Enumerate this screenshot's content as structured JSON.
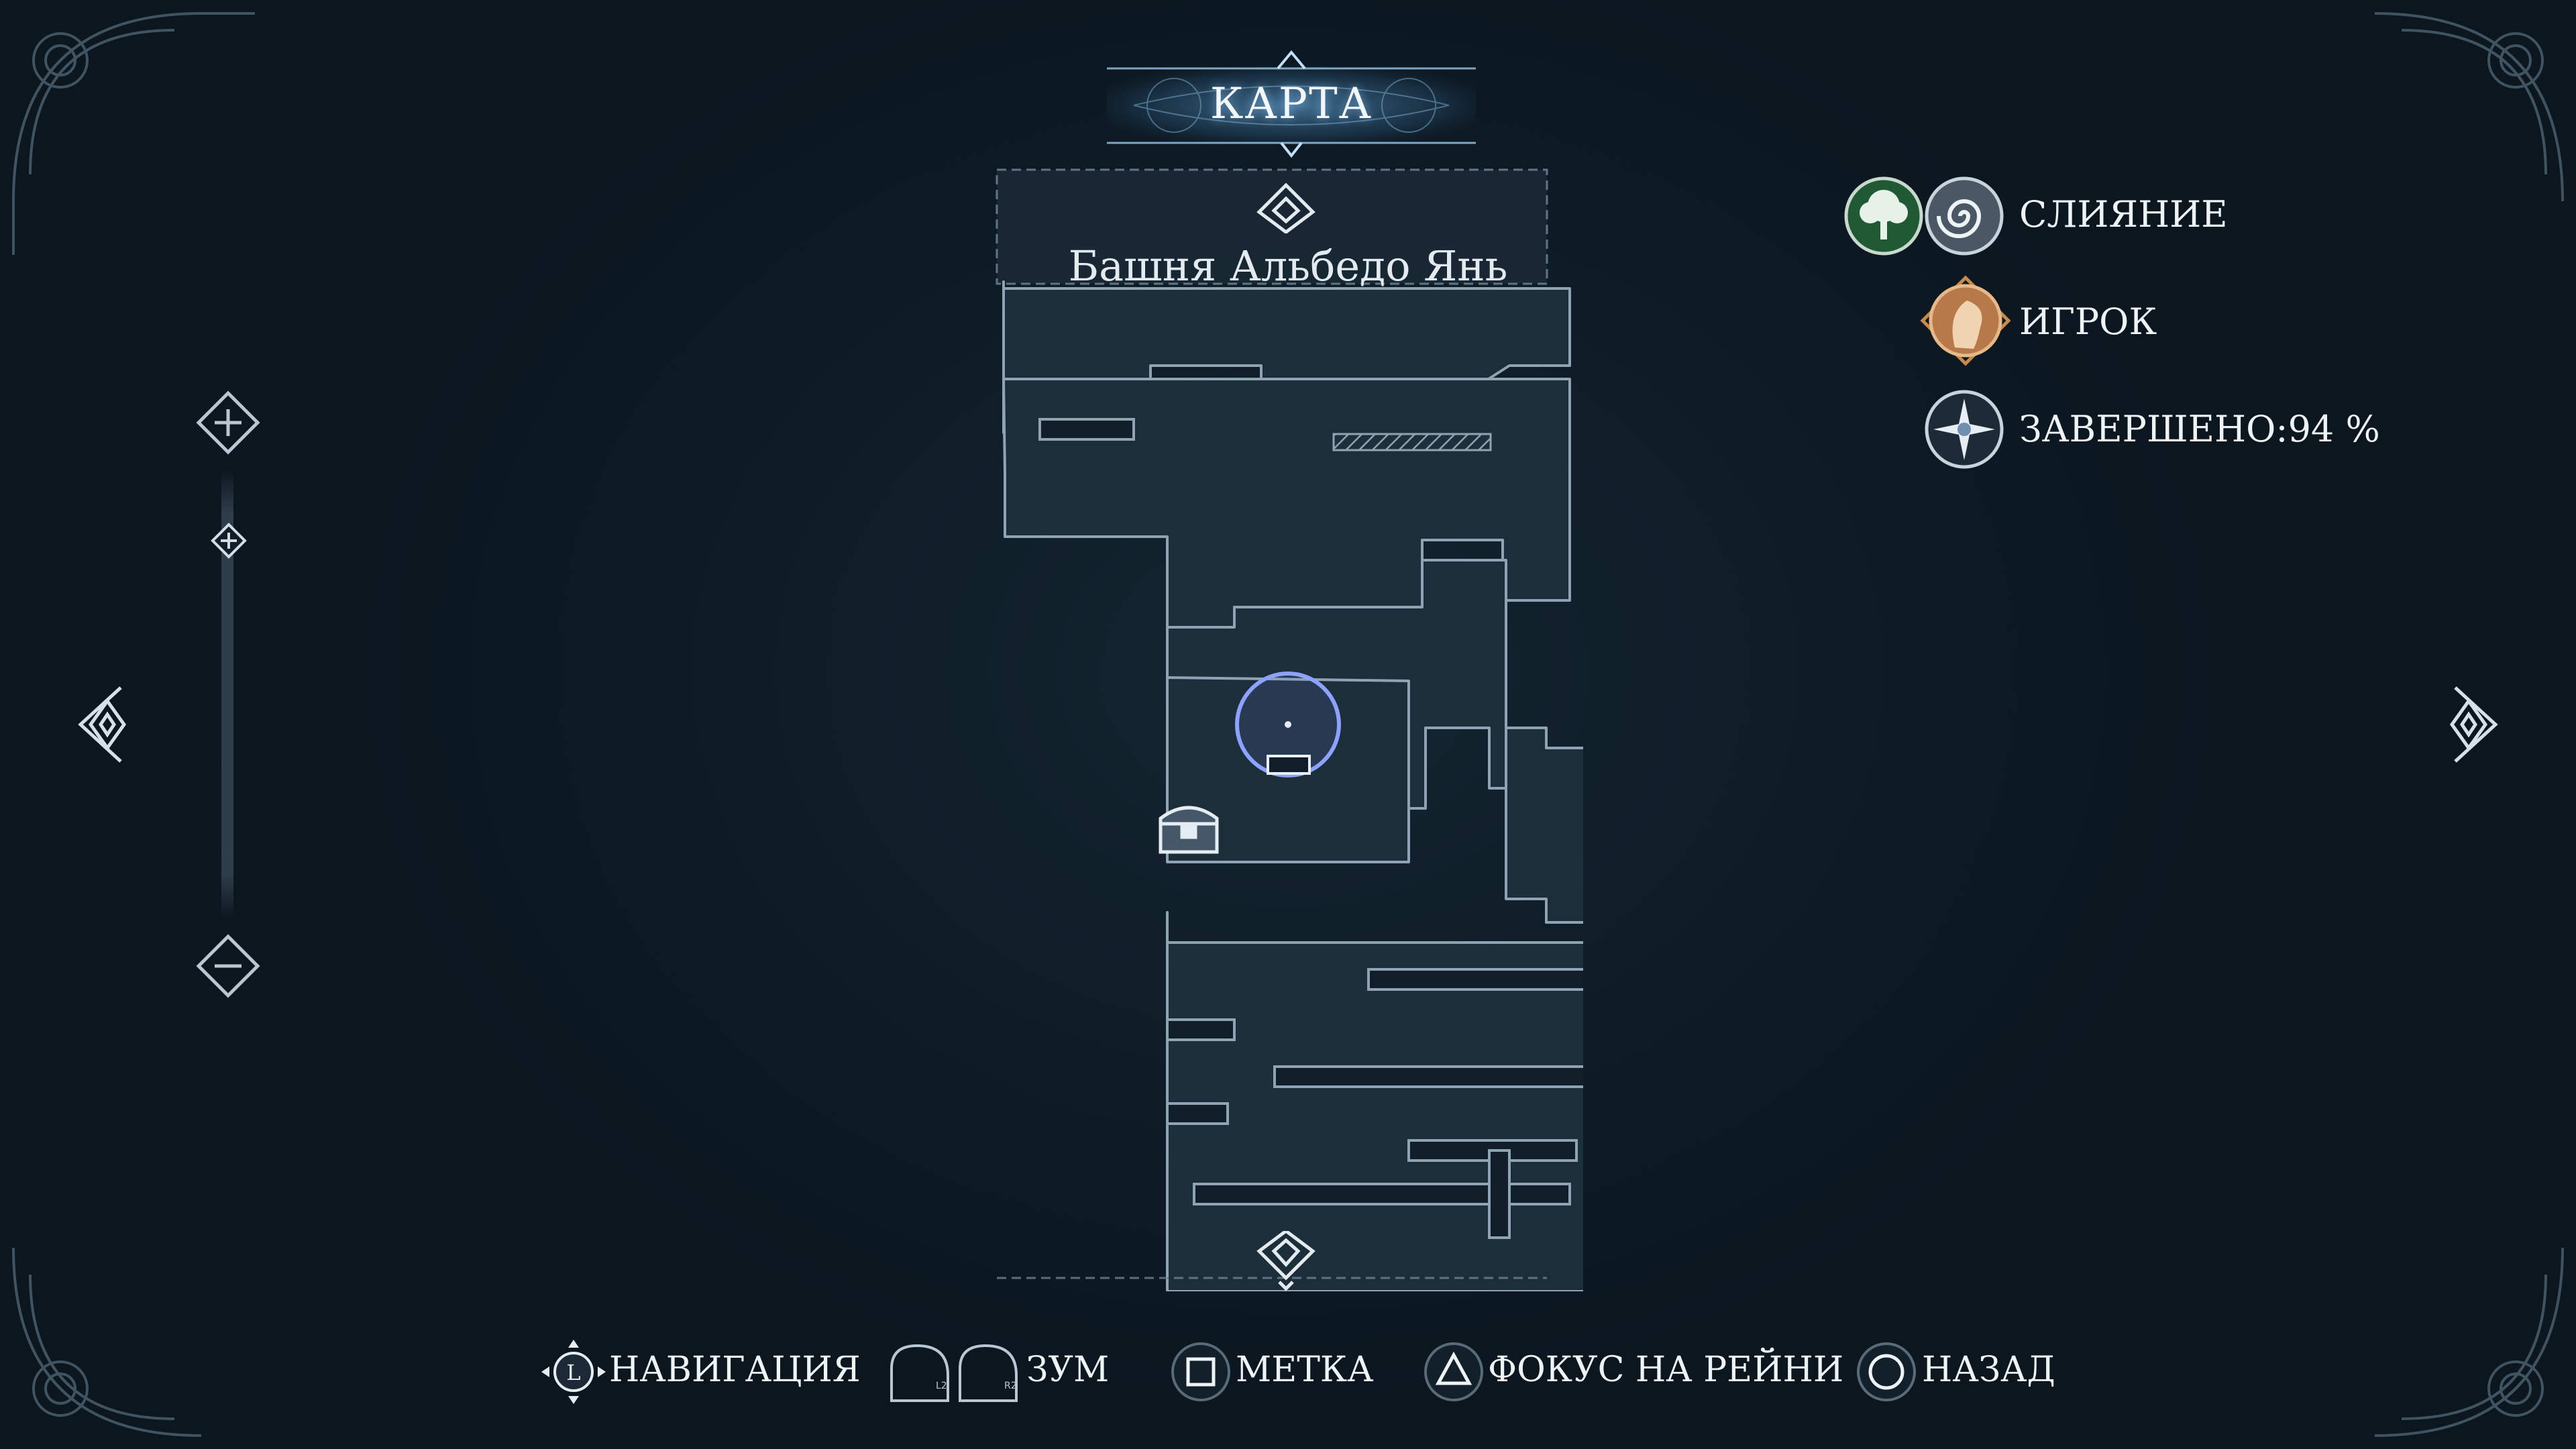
{
  "title": "КАРТА",
  "region": {
    "name": "Башня Альбедо Янь"
  },
  "legend": {
    "merge_label": "СЛИЯНИЕ",
    "player_label": "ИГРОК",
    "completion_label": "ЗАВЕРШЕНО:94 %",
    "icons": [
      "tree-icon",
      "spiral-icon",
      "player-portrait-icon",
      "compass-star-icon"
    ]
  },
  "zoom": {
    "in_icon": "zoom-in-icon",
    "out_icon": "zoom-out-icon",
    "thumb_icon": "zoom-thumb-icon"
  },
  "controls": [
    {
      "glyph": "L",
      "label": "НАВИГАЦИЯ"
    },
    {
      "glyph": "L2",
      "glyph2": "R2",
      "label": "ЗУМ"
    },
    {
      "glyph": "square",
      "label": "МЕТКА"
    },
    {
      "glyph": "triangle",
      "label": "ФОКУС НА РЕЙНИ"
    },
    {
      "glyph": "circle",
      "label": "НАЗАД"
    }
  ],
  "colors": {
    "background": "#0f1e29",
    "map_fill": "#1d2f3b",
    "map_stroke": "#8fa4b3",
    "accent_blue": "#8cc8ff",
    "player_gold": "#c8894a"
  }
}
